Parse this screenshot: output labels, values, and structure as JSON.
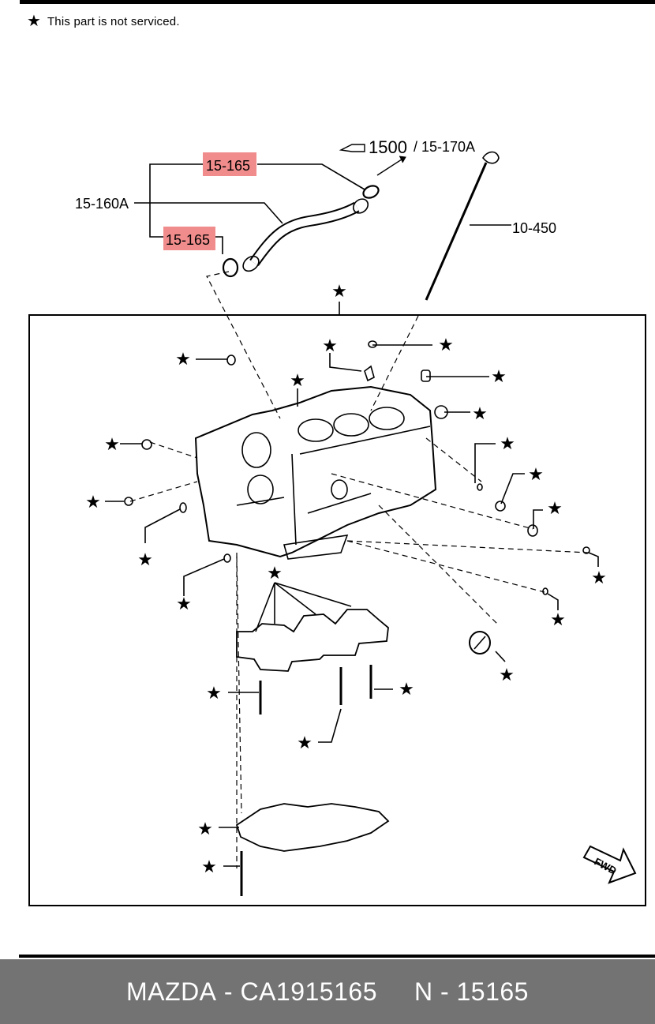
{
  "legend": {
    "icon": "star-icon",
    "text": "This part is not serviced."
  },
  "labels": {
    "seal_upper": "15-165",
    "seal_lower": "15-165",
    "hose": "15-160A",
    "ref_main": "1500",
    "ref_sub": "/ 15-170A",
    "dipstick": "10-450",
    "fwd": "FWD"
  },
  "footer": {
    "brand": "MAZDA",
    "part_number": "CA1915165",
    "code": "N - 15165"
  },
  "colors": {
    "highlight": "#f08c8c",
    "footer_bg": "#737373"
  }
}
